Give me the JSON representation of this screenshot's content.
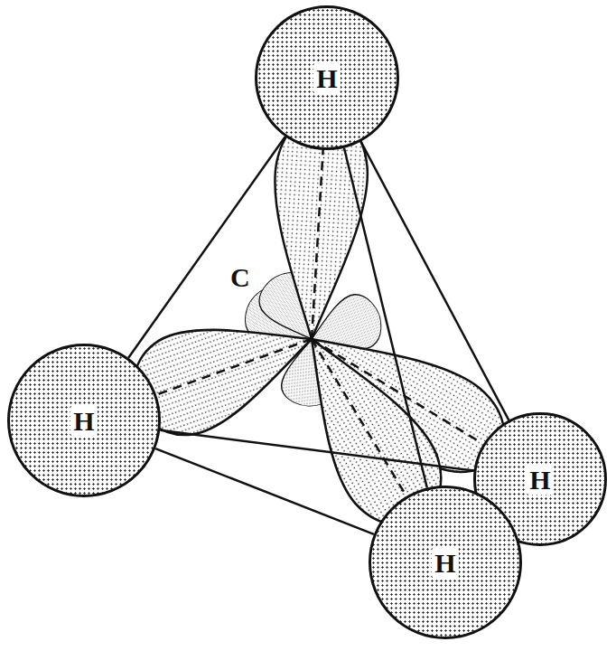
{
  "diagram": {
    "nodes": [
      {
        "text": [
          "H"
        ]
      },
      {
        "text": [
          "H"
        ]
      },
      {
        "text": [
          "H"
        ]
      },
      {
        "text": [
          "H"
        ]
      }
    ],
    "edges": [
      {
        "from": 0,
        "to": 1,
        "arrow": "none"
      },
      {
        "from": 0,
        "to": 2,
        "arrow": "none"
      },
      {
        "from": 0,
        "to": 3,
        "arrow": "none"
      },
      {
        "from": 1,
        "to": 2,
        "arrow": "none"
      },
      {
        "from": 1,
        "to": 3,
        "arrow": "none"
      },
      {
        "from": 2,
        "to": 3,
        "arrow": "none"
      }
    ],
    "labels": [
      "C"
    ]
  }
}
